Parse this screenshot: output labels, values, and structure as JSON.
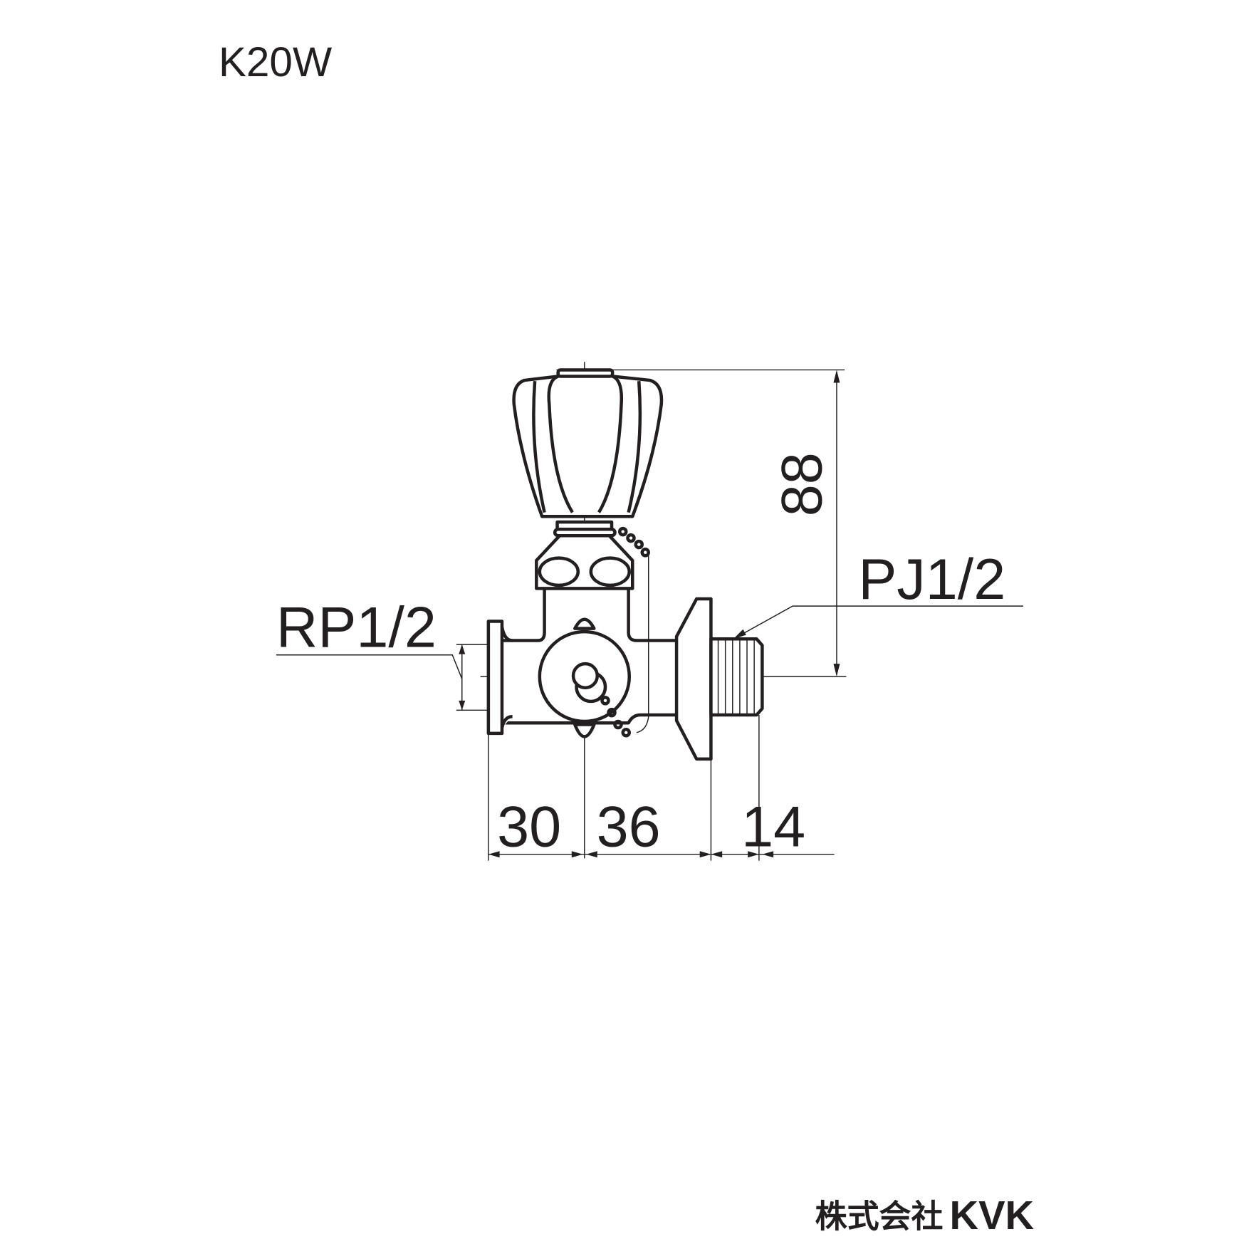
{
  "title": "K20W",
  "labels": {
    "inlet_thread": "RP1/2",
    "outlet_thread": "PJ1/2"
  },
  "dimensions": {
    "height": "88",
    "inlet_to_center": "30",
    "center_to_flange": "36",
    "thread_length": "14"
  },
  "footer": {
    "company_jp": "株式会社",
    "brand": "KVK"
  }
}
